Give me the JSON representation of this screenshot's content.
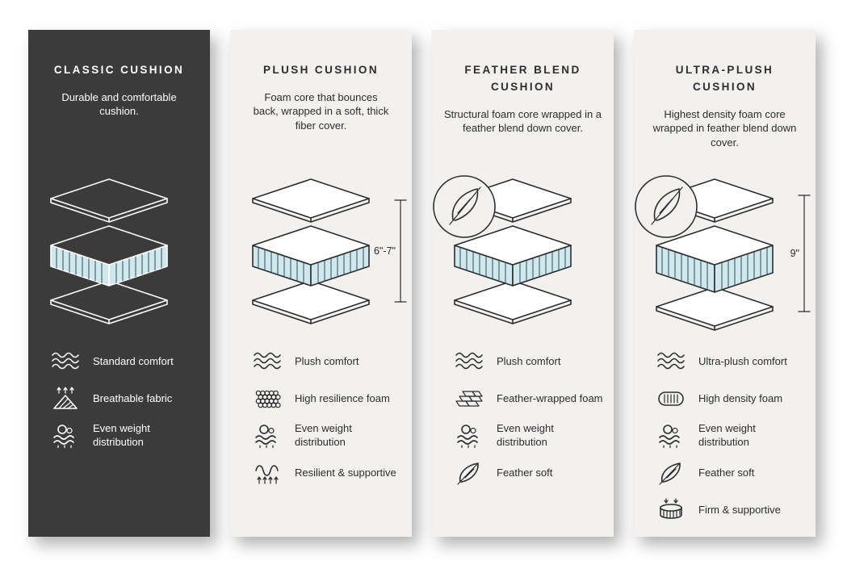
{
  "colors": {
    "page_background": "#ffffff",
    "dark_card": "#3b3b3b",
    "light_card": "#f2f1ef",
    "foam_blue": "#cfe8ee",
    "line_dark": "#2d2d2d",
    "line_light": "#ffffff"
  },
  "columns": [
    {
      "title": "CLASSIC CUSHION",
      "description": "Durable and comfortable cushion.",
      "features": [
        {
          "icon": "waves",
          "label": "Standard comfort"
        },
        {
          "icon": "breathable",
          "label": "Breathable fabric"
        },
        {
          "icon": "distribution",
          "label": "Even weight distribution"
        }
      ]
    },
    {
      "title": "PLUSH CUSHION",
      "description": "Foam core that bounces back, wrapped in a soft, thick fiber cover.",
      "height_label": "6\"-7\"",
      "features": [
        {
          "icon": "waves",
          "label": "Plush comfort"
        },
        {
          "icon": "foam-cells",
          "label": "High resilience foam"
        },
        {
          "icon": "distribution",
          "label": "Even weight distribution"
        },
        {
          "icon": "spring",
          "label": "Resilient & supportive"
        }
      ]
    },
    {
      "title": "FEATHER BLEND CUSHION",
      "description": "Structural foam core wrapped in a feather blend down cover.",
      "features": [
        {
          "icon": "waves",
          "label": "Plush comfort"
        },
        {
          "icon": "bricks",
          "label": "Feather-wrapped foam"
        },
        {
          "icon": "distribution",
          "label": "Even weight distribution"
        },
        {
          "icon": "feather",
          "label": "Feather soft"
        }
      ]
    },
    {
      "title": "ULTRA-PLUSH CUSHION",
      "description": "Highest density foam core wrapped in feather blend down cover.",
      "height_label": "9\"",
      "features": [
        {
          "icon": "waves",
          "label": "Ultra-plush comfort"
        },
        {
          "icon": "density",
          "label": "High density foam"
        },
        {
          "icon": "distribution",
          "label": "Even weight distribution"
        },
        {
          "icon": "feather",
          "label": "Feather soft"
        },
        {
          "icon": "firm",
          "label": "Firm & supportive"
        }
      ]
    }
  ]
}
